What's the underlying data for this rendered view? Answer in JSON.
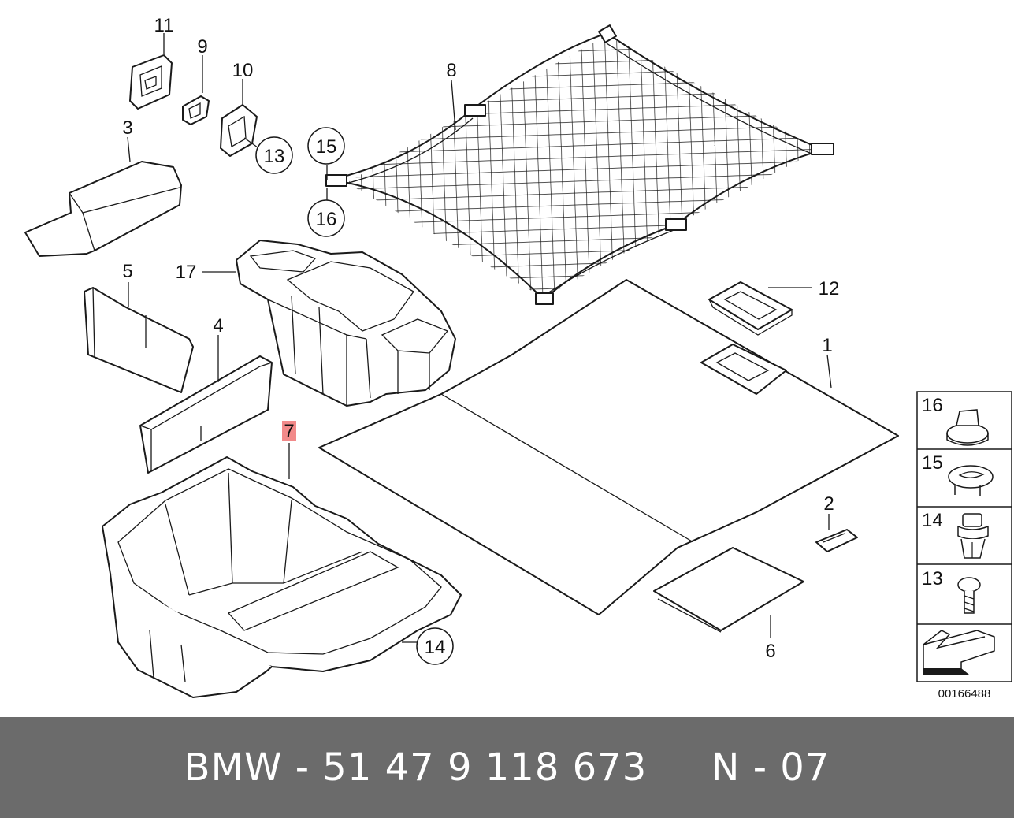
{
  "diagram": {
    "labels": [
      "11",
      "9",
      "10",
      "3",
      "8",
      "15",
      "16",
      "13",
      "17",
      "5",
      "4",
      "7",
      "12",
      "1",
      "2",
      "6",
      "14"
    ],
    "catalog_number": "00166488",
    "legend": {
      "items": [
        {
          "number": "16"
        },
        {
          "number": "15"
        },
        {
          "number": "14"
        },
        {
          "number": "13"
        }
      ]
    },
    "highlight_color": "#f28a8a"
  },
  "footer": {
    "brand": "BMW",
    "part_number": "51 47 9 118 673",
    "position": "N - 07",
    "text": "BMW - 51 47 9 118 673     N - 07",
    "background": "#6b6b6b"
  }
}
